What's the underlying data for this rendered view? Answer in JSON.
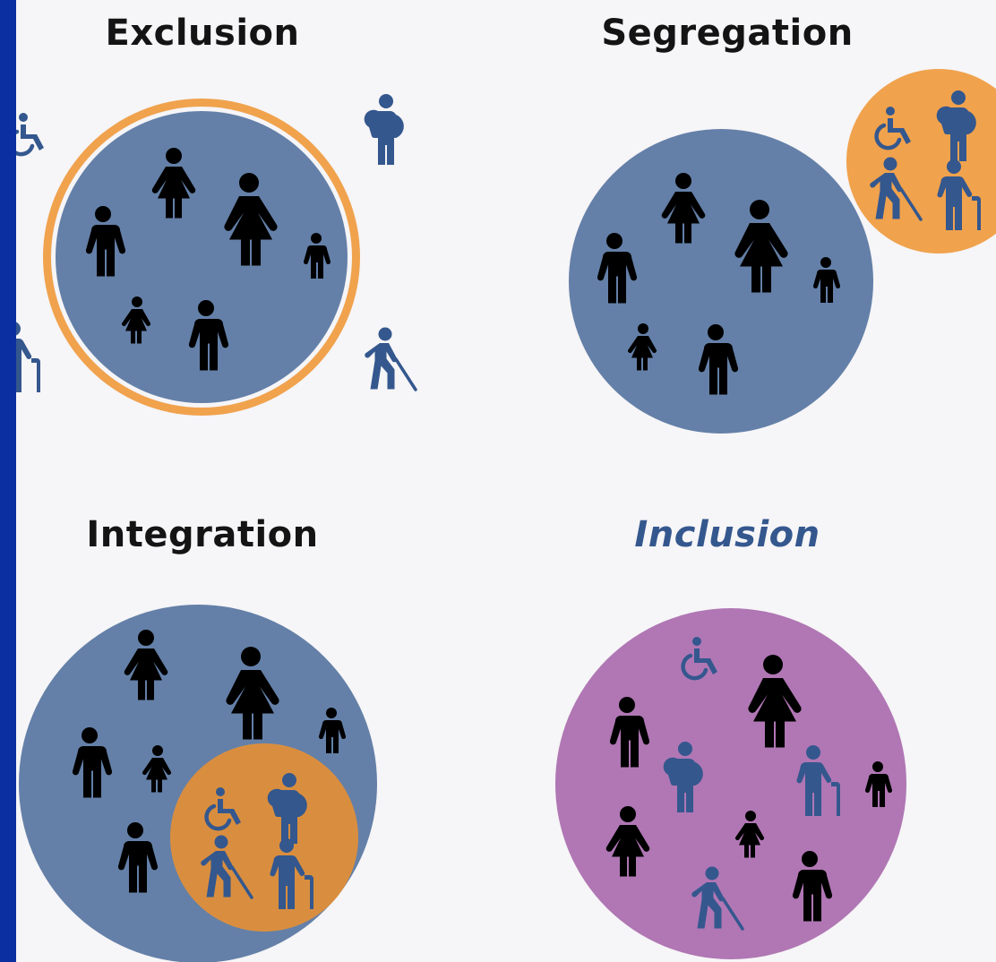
{
  "panels": {
    "exclusion": {
      "title": "Exclusion"
    },
    "segregation": {
      "title": "Segregation"
    },
    "integration": {
      "title": "Integration"
    },
    "inclusion": {
      "title": "Inclusion"
    }
  },
  "colors": {
    "background": "#f6f5f7",
    "frame": "#0b2fa0",
    "blue_circle": "#6480a8",
    "orange": "#f0a24d",
    "orange_inner": "#d98e3f",
    "purple": "#b077b4",
    "person_black": "#000000",
    "person_disabled": "#34578e",
    "inclusion_title": "#34578e"
  },
  "icons": [
    "standing-person-icon",
    "woman-icon",
    "child-icon",
    "wheelchair-user-icon",
    "pregnant-person-icon",
    "blind-person-with-cane-icon",
    "elderly-person-with-walking-stick-icon"
  ]
}
